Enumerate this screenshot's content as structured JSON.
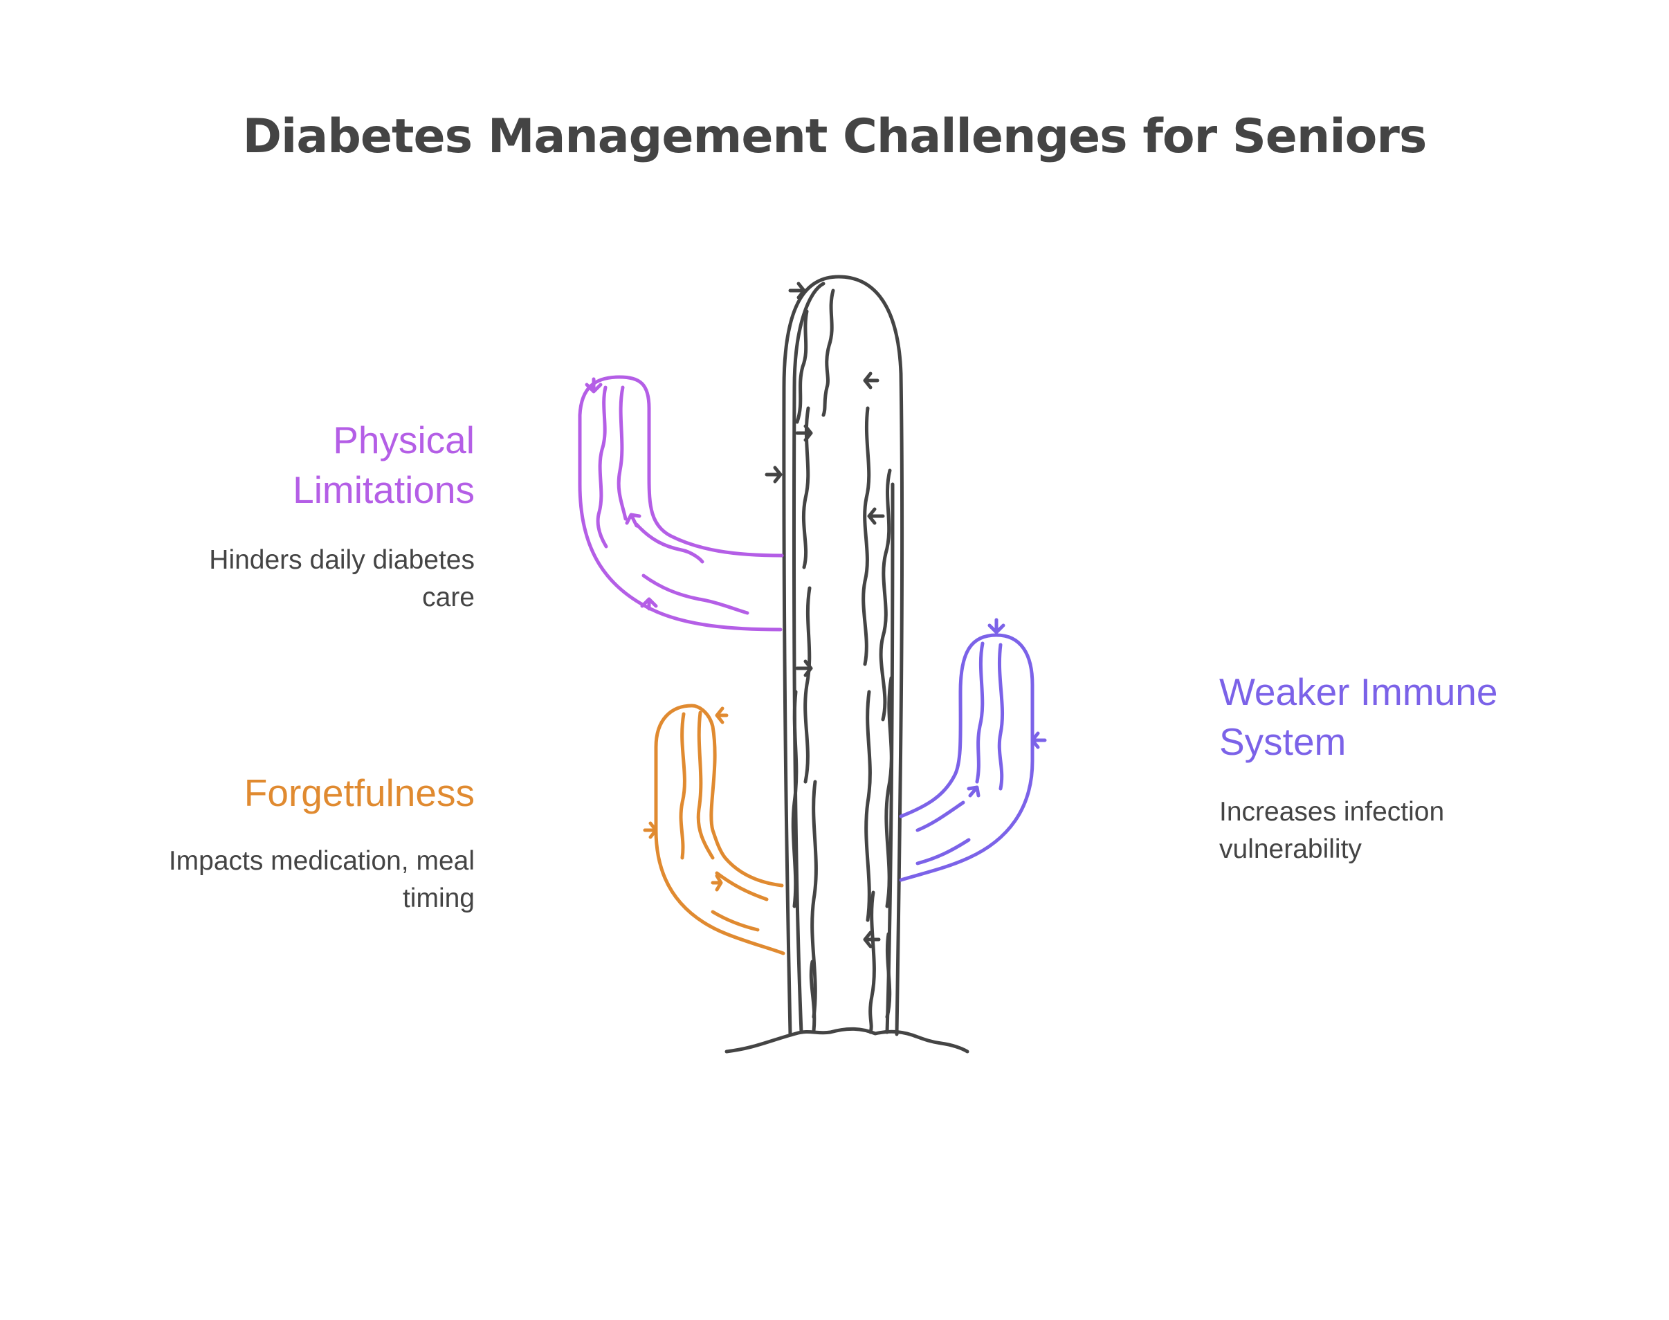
{
  "title": "Diabetes Management Challenges for Seniors",
  "colors": {
    "text_dark": "#444444",
    "physical": "#b45ee6",
    "forgetfulness": "#e08a30",
    "immune": "#7b62e8",
    "cactus": "#444444"
  },
  "items": [
    {
      "id": "physical-limitations",
      "heading": "Physical Limitations",
      "heading_lines": [
        "Physical",
        "Limitations"
      ],
      "description": "Hinders daily diabetes care",
      "description_lines": [
        "Hinders daily diabetes",
        "care"
      ],
      "color_key": "physical"
    },
    {
      "id": "forgetfulness",
      "heading": "Forgetfulness",
      "heading_lines": [
        "Forgetfulness"
      ],
      "description": "Impacts medication, meal timing",
      "description_lines": [
        "Impacts medication, meal",
        "timing"
      ],
      "color_key": "forgetfulness"
    },
    {
      "id": "weaker-immune-system",
      "heading": "Weaker Immune System",
      "heading_lines": [
        "Weaker Immune",
        "System"
      ],
      "description": "Increases infection vulnerability",
      "description_lines": [
        "Increases infection",
        "vulnerability"
      ],
      "color_key": "immune"
    }
  ],
  "illustration": {
    "icon": "cactus-icon"
  }
}
